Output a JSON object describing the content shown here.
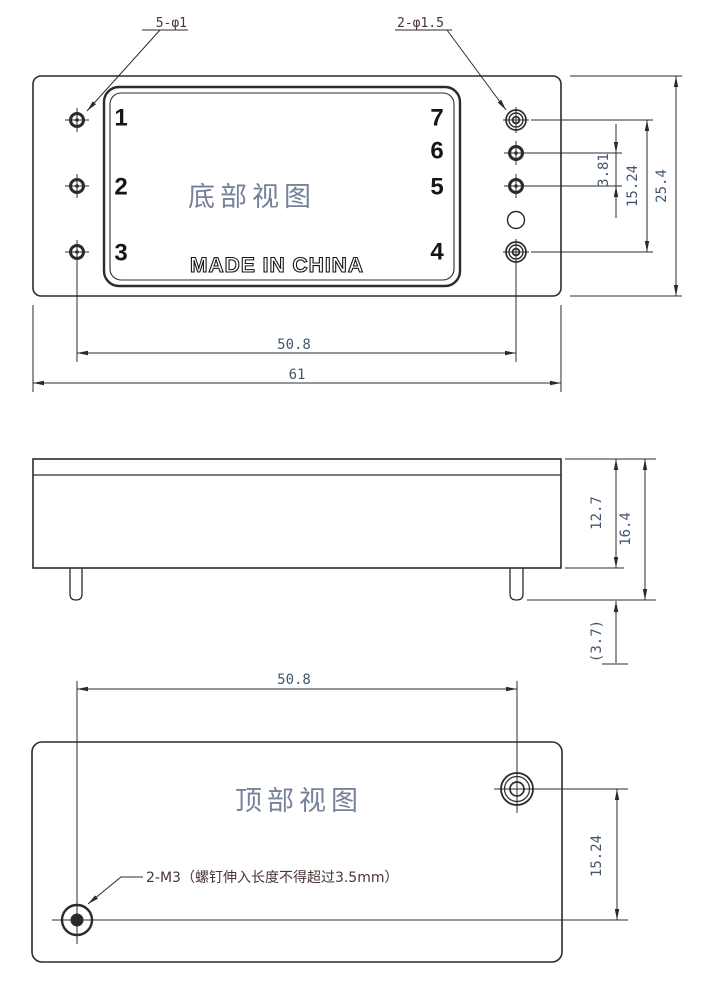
{
  "colors": {
    "line": "#2b2b2b",
    "dim_text": "#44566e",
    "title_text": "#76829a",
    "callout_text": "#4a3434",
    "pin_text": "#161616"
  },
  "views": {
    "bottom": {
      "title": "底部视图",
      "made_in": "MADE IN CHINA",
      "pins_left": [
        "1",
        "2",
        "3"
      ],
      "pins_right": [
        "7",
        "6",
        "5",
        "4"
      ],
      "callouts": {
        "small_pins": "5-φ1",
        "large_pins": "2-φ1.5"
      },
      "dims": {
        "pin_pitch": "3.81",
        "pin_column_span": "15.24",
        "body_depth": "25.4",
        "pin_span": "50.8",
        "body_width": "61"
      }
    },
    "side": {
      "dims": {
        "case_height": "12.7",
        "overall_height": "16.4",
        "pin_protrusion": "(3.7)"
      }
    },
    "top": {
      "title": "顶部视图",
      "callout": "2-M3（螺钉伸入长度不得超过3.5mm）",
      "dims": {
        "hole_span_x": "50.8",
        "hole_span_y": "15.24"
      }
    }
  }
}
